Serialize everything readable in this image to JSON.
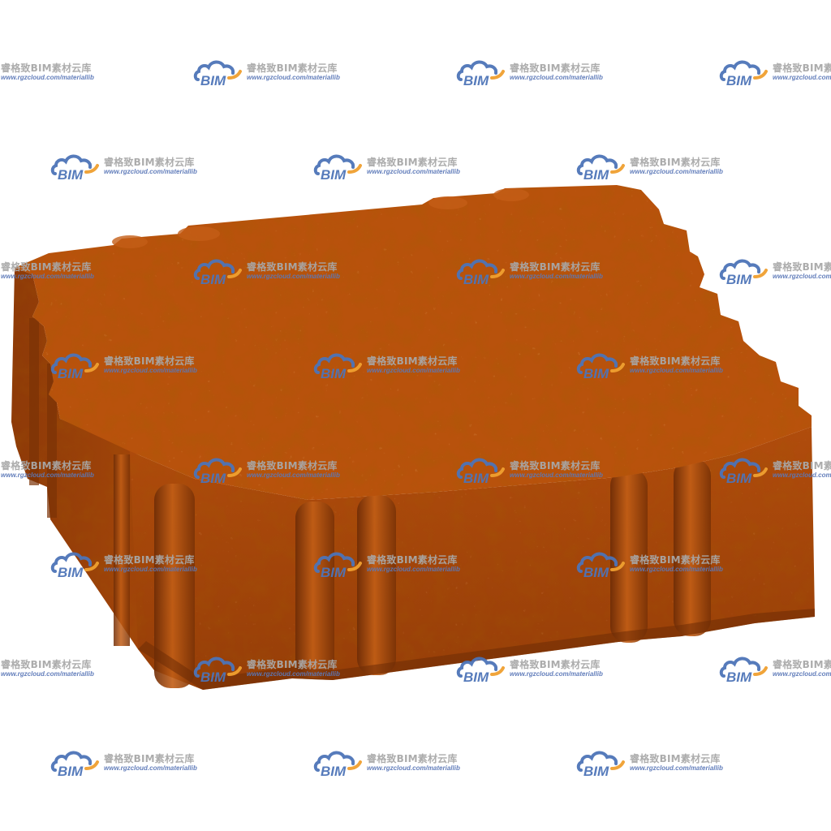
{
  "image": {
    "subject": "red-brown interlocking paving brick",
    "colors": {
      "background": "#ffffff",
      "brick_top": "#b8520c",
      "brick_front": "#a2440a",
      "brick_side": "#8a3808",
      "brick_shadow": "#6e2c06",
      "brick_highlight": "#d06a1a"
    }
  },
  "watermark": {
    "logo_text": "BIM",
    "title": "睿格致BIM素材云库",
    "url": "www.rgzcloud.com/materiallib",
    "colors": {
      "cloud_blue": "#4d74b8",
      "cloud_orange": "#f0a030",
      "title_gray": "#a8a8a8",
      "url_blue": "#5b78b8"
    }
  }
}
